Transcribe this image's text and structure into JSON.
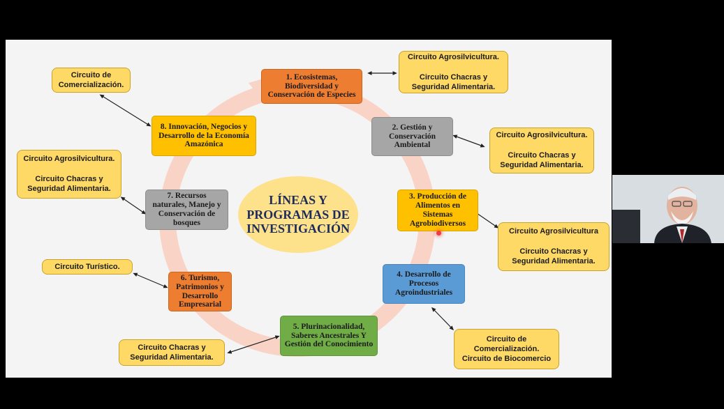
{
  "colors": {
    "orange": "#ed7d31",
    "gray": "#a6a6a6",
    "gold": "#ffc000",
    "blue": "#5b9bd5",
    "green": "#70ad47",
    "circuit_fill": "#ffd966",
    "center_fill": "#fde18b",
    "ring": "#f9d3c6"
  },
  "center_title": "LÍNEAS Y\nPROGRAMAS DE\nINVESTIGACIÓN",
  "lines": [
    {
      "id": "1",
      "label": "1. Ecosistemas,\nBiodiversidad y\nConservación de Especies",
      "color": "orange"
    },
    {
      "id": "2",
      "label": "2. Gestión y\nConservación\nAmbiental",
      "color": "gray"
    },
    {
      "id": "3",
      "label": "3. Producción de\nAlimentos en\nSistemas\nAgrobiodiversos",
      "color": "gold"
    },
    {
      "id": "4",
      "label": "4. Desarrollo de\nProcesos\nAgroindustriales",
      "color": "blue"
    },
    {
      "id": "5",
      "label": "5. Plurinacionalidad,\nSaberes Ancestrales Y\nGestión del Conocimiento",
      "color": "green"
    },
    {
      "id": "6",
      "label": "6. Turismo,\nPatrimonios y\nDesarrollo\nEmpresarial",
      "color": "orange"
    },
    {
      "id": "7",
      "label": "7. Recursos\nnaturales, Manejo y\nConservación de\nbosques",
      "color": "gray"
    },
    {
      "id": "8",
      "label": "8. Innovación, Negocios y\nDesarrollo de la Economía\nAmazónica",
      "color": "gold"
    }
  ],
  "circuits": {
    "c1": "Circuito Agrosilvicultura.\n\nCircuito Chacras y\nSeguridad Alimentaria.",
    "c2": "Circuito Agrosilvicultura.\n\nCircuito Chacras y\nSeguridad Alimentaria.",
    "c3": "Circuito Agrosilvicultura\n\nCircuito Chacras y\nSeguridad Alimentaria.",
    "c4": "Circuito de\nComercialización.\nCircuito de Biocomercio",
    "c5": "Circuito Chacras y\nSeguridad Alimentaria.",
    "c6": "Circuito Turístico.",
    "c7": "Circuito Agrosilvicultura.\n\nCircuito Chacras y\nSeguridad Alimentaria.",
    "c8": "Circuito de\nComercialización."
  },
  "webcam": {
    "participant": "presenter-video"
  }
}
